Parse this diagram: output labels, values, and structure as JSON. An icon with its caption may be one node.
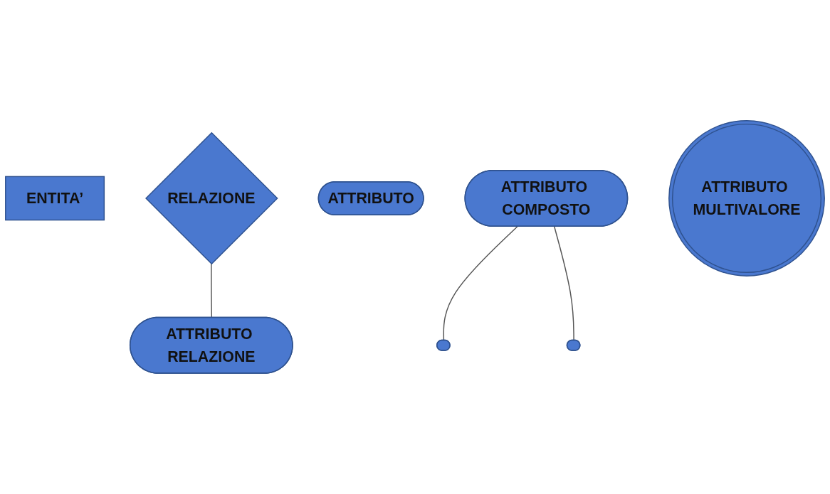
{
  "diagram": {
    "nodes": [
      {
        "text": [
          "ENTITA’"
        ]
      },
      {
        "text": [
          "RELAZIONE"
        ]
      },
      {
        "text": [
          "ATTRIBUTO"
        ]
      },
      {
        "text": [
          "ATTRIBUTO RELAZIONE"
        ]
      },
      {
        "text": [
          "ATTRIBUTO COMPOSTO"
        ]
      },
      {
        "text": [],
        "shape": "ellipse"
      },
      {
        "text": [],
        "shape": "ellipse"
      },
      {
        "text": [
          "ATTRIBUTO MULTIVALORE"
        ]
      }
    ],
    "edges": [
      {
        "from": 1,
        "to": 3,
        "arrow": "none"
      },
      {
        "from": 4,
        "to": 5,
        "arrow": "none"
      },
      {
        "from": 4,
        "to": 6,
        "arrow": "none"
      }
    ]
  }
}
